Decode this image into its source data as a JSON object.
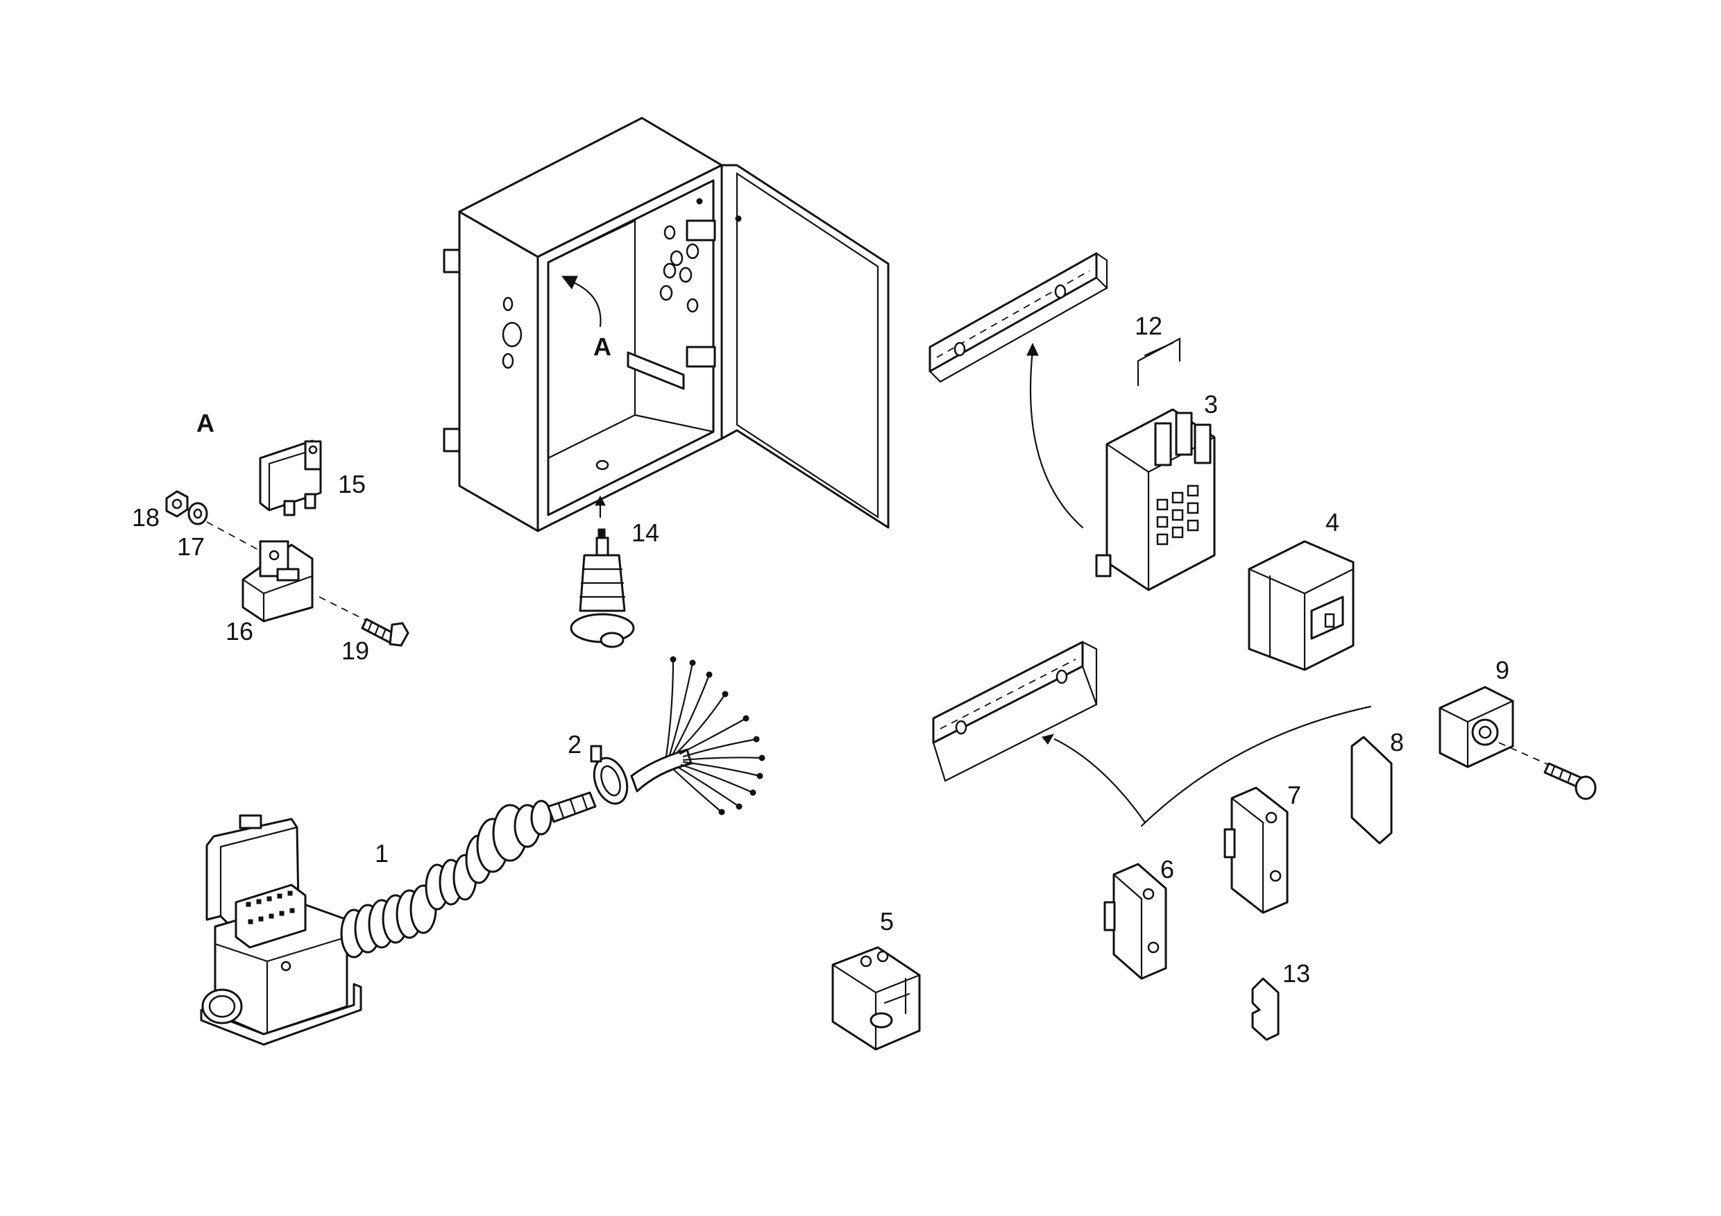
{
  "diagram": {
    "callouts": [
      {
        "id": "1",
        "text": "1"
      },
      {
        "id": "2",
        "text": "2"
      },
      {
        "id": "3",
        "text": "3"
      },
      {
        "id": "4",
        "text": "4"
      },
      {
        "id": "5",
        "text": "5"
      },
      {
        "id": "6",
        "text": "6"
      },
      {
        "id": "7",
        "text": "7"
      },
      {
        "id": "8",
        "text": "8"
      },
      {
        "id": "9",
        "text": "9"
      },
      {
        "id": "12",
        "text": "12"
      },
      {
        "id": "13",
        "text": "13"
      },
      {
        "id": "14",
        "text": "14"
      },
      {
        "id": "15",
        "text": "15"
      },
      {
        "id": "16",
        "text": "16"
      },
      {
        "id": "17",
        "text": "17"
      },
      {
        "id": "18",
        "text": "18"
      },
      {
        "id": "19",
        "text": "19"
      }
    ],
    "detail_label": "A",
    "box_detail_label": "A"
  },
  "colors": {
    "line": "#111111",
    "paper": "#ffffff"
  }
}
